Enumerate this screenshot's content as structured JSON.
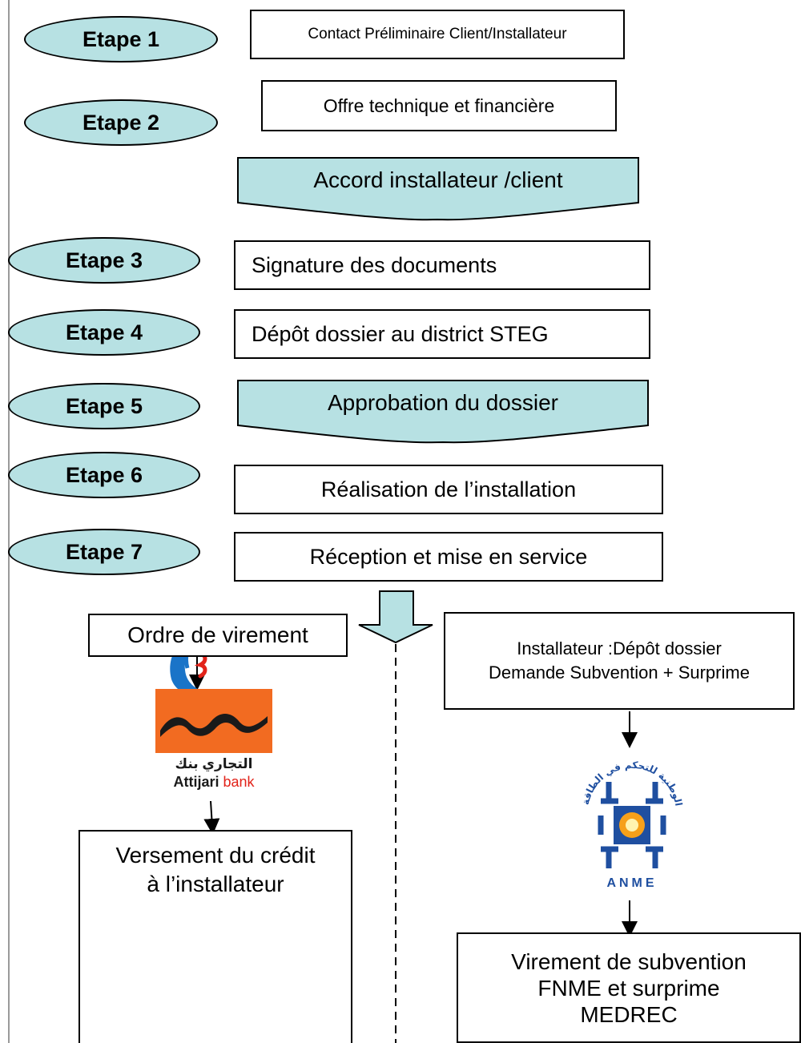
{
  "steps": [
    {
      "label": "Etape 1",
      "box": "Contact Préliminaire Client/Installateur"
    },
    {
      "label": "Etape 2",
      "box": "Offre technique et financière"
    },
    {
      "label": "Etape 3",
      "box": "Signature des documents"
    },
    {
      "label": "Etape 4",
      "box": "Dépôt dossier au district STEG"
    },
    {
      "label": "Etape 5",
      "box": "Approbation du dossier"
    },
    {
      "label": "Etape 6",
      "box": "Réalisation de l’installation"
    },
    {
      "label": "Etape 7",
      "box": "Réception et mise en service"
    }
  ],
  "accord": "Accord installateur /client",
  "left_branch": {
    "ordre": "Ordre de virement",
    "bank_arabic": "التجاري بنك",
    "bank_latin_1": "Attijari",
    "bank_latin_2": "bank",
    "versement_line1": "Versement du crédit",
    "versement_line2": "à l’installateur"
  },
  "right_branch": {
    "depot_line1": "Installateur :Dépôt dossier",
    "depot_line2": "Demande Subvention + Surprime",
    "anme_text": "ANME",
    "anme_arabic": "الوكالة الوطنية للتحكم في الطاقة",
    "virement_line1": "Virement de subvention",
    "virement_line2": "FNME et surprime",
    "virement_line3": "MEDREC"
  },
  "colors": {
    "shape_fill": "#b7e1e3",
    "attijari_orange": "#f26b21",
    "attijari_red": "#e2231a",
    "anme_blue": "#1f4fa0"
  }
}
